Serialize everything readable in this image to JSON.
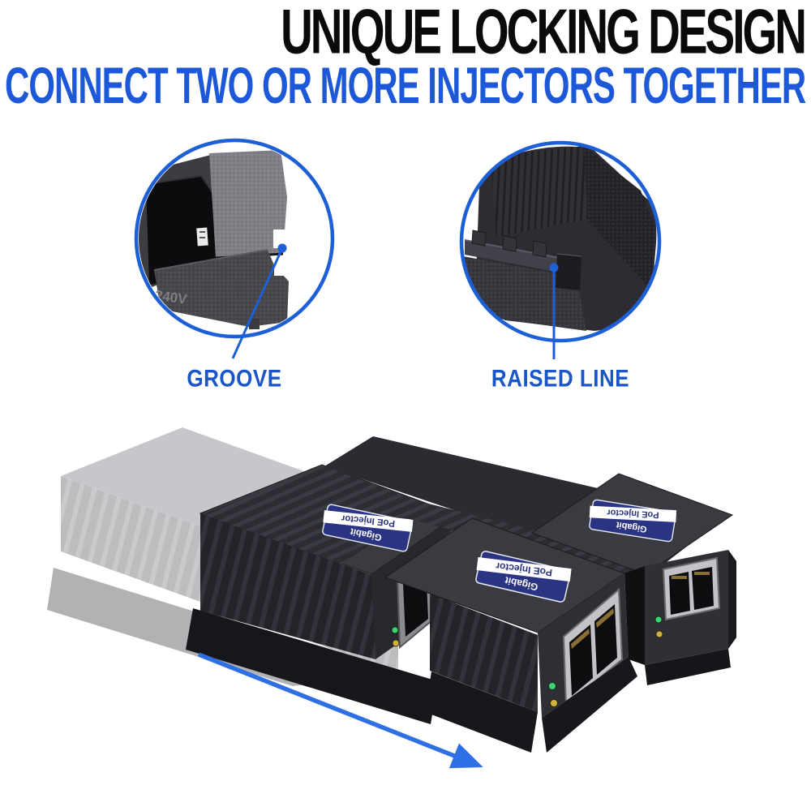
{
  "header": {
    "title": "UNIQUE LOCKING DESIGN",
    "subtitle": "CONNECT TWO OR MORE INJECTORS TOGETHER",
    "title_color": "#0a0a0a",
    "subtitle_color": "#1d58d8"
  },
  "callouts": [
    {
      "label": "GROOVE",
      "feature": "groove notch on injector end housing",
      "molding_text": "240V"
    },
    {
      "label": "RAISED LINE",
      "feature": "raised locking rail on injector side housing"
    }
  ],
  "accent": {
    "ring_blue": "#1d5fd6",
    "callout_label_blue": "#1a56c9",
    "arrow_blue": "#2e6fe3"
  },
  "product": {
    "badge": {
      "line1": "Gigabit",
      "line2": "PoE Injector",
      "navy": "#2b3482",
      "band": "#ffffff"
    }
  }
}
